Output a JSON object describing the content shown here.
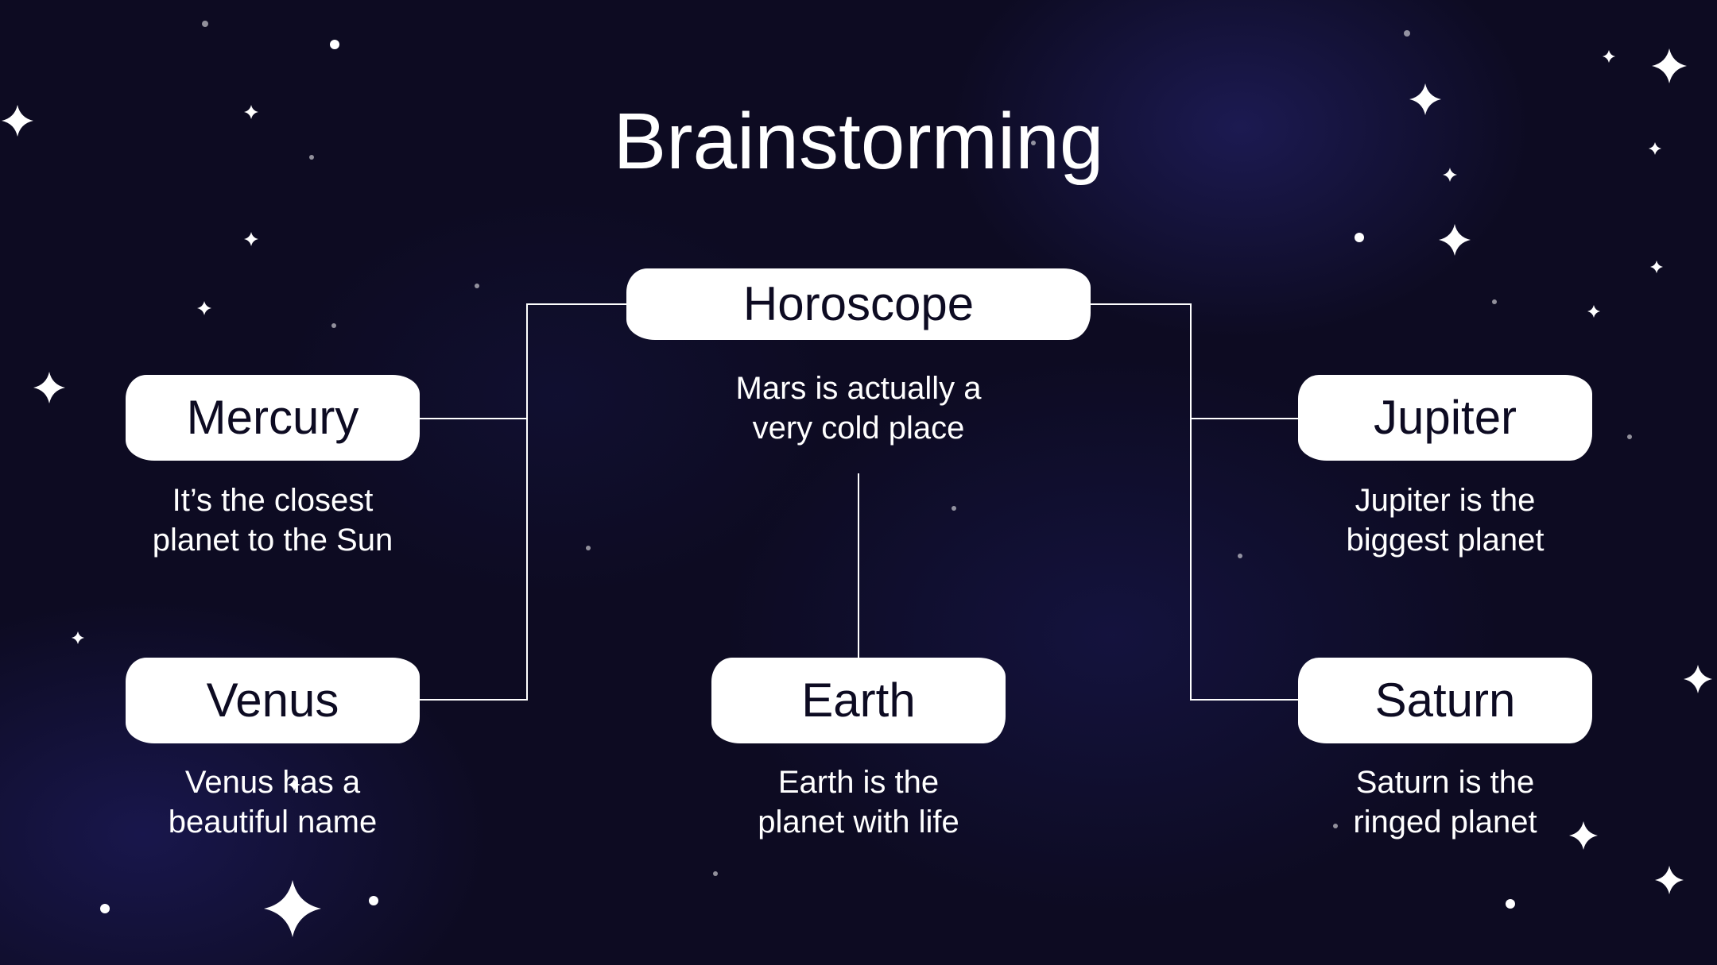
{
  "title": "Brainstorming",
  "colors": {
    "background": "#0d0b22",
    "node_fill": "#ffffff",
    "node_text": "#0d0b22",
    "text": "#ffffff",
    "connector": "#ffffff"
  },
  "nodes": {
    "horoscope": {
      "label": "Horoscope",
      "description": "Mars is actually a very cold place"
    },
    "mercury": {
      "label": "Mercury",
      "description": "It’s the closest planet to the Sun"
    },
    "venus": {
      "label": "Venus",
      "description": "Venus has a beautiful name"
    },
    "earth": {
      "label": "Earth",
      "description": "Earth is the planet with life"
    },
    "jupiter": {
      "label": "Jupiter",
      "description": "Jupiter is the biggest planet"
    },
    "saturn": {
      "label": "Saturn",
      "description": "Saturn is the ringed planet"
    }
  },
  "decorations": {
    "star_icon": "four-point-sparkle",
    "dot_icon": "star-dot"
  }
}
